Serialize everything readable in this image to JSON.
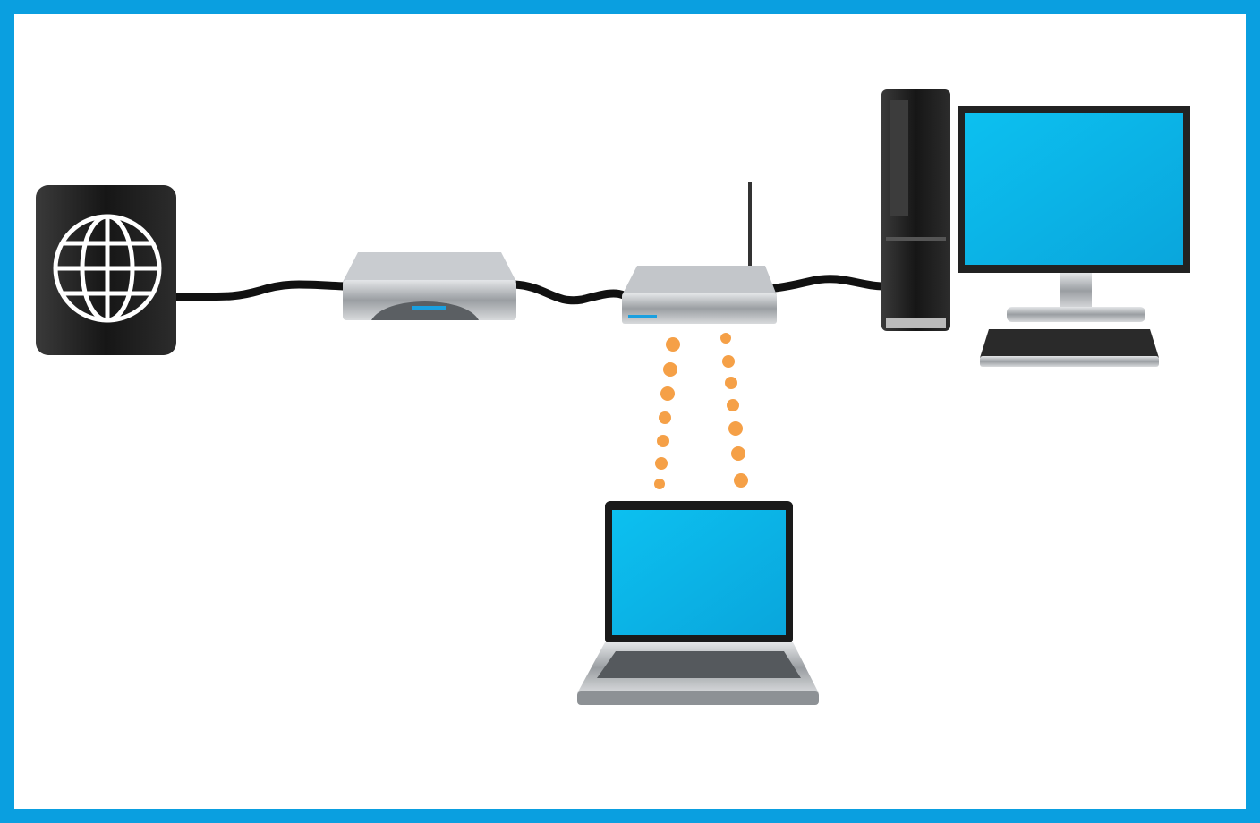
{
  "colors": {
    "frame": "#0a9fe0",
    "screen": "#0fb4e8",
    "signal": "#f5a047",
    "cable": "#111111",
    "device_dark": "#1c1c1c",
    "device_silver": "#b9bcbf"
  },
  "nodes": [
    {
      "id": "internet",
      "icon": "globe-icon"
    },
    {
      "id": "modem",
      "icon": "modem-icon"
    },
    {
      "id": "wireless-router",
      "icon": "router-icon"
    },
    {
      "id": "desktop-computer",
      "icon": "desktop-computer-icon"
    },
    {
      "id": "laptop",
      "icon": "laptop-icon"
    }
  ],
  "links": [
    {
      "from": "internet",
      "to": "modem",
      "type": "wired"
    },
    {
      "from": "modem",
      "to": "wireless-router",
      "type": "wired"
    },
    {
      "from": "wireless-router",
      "to": "desktop-computer",
      "type": "wired"
    },
    {
      "from": "wireless-router",
      "to": "laptop",
      "type": "wireless"
    }
  ]
}
